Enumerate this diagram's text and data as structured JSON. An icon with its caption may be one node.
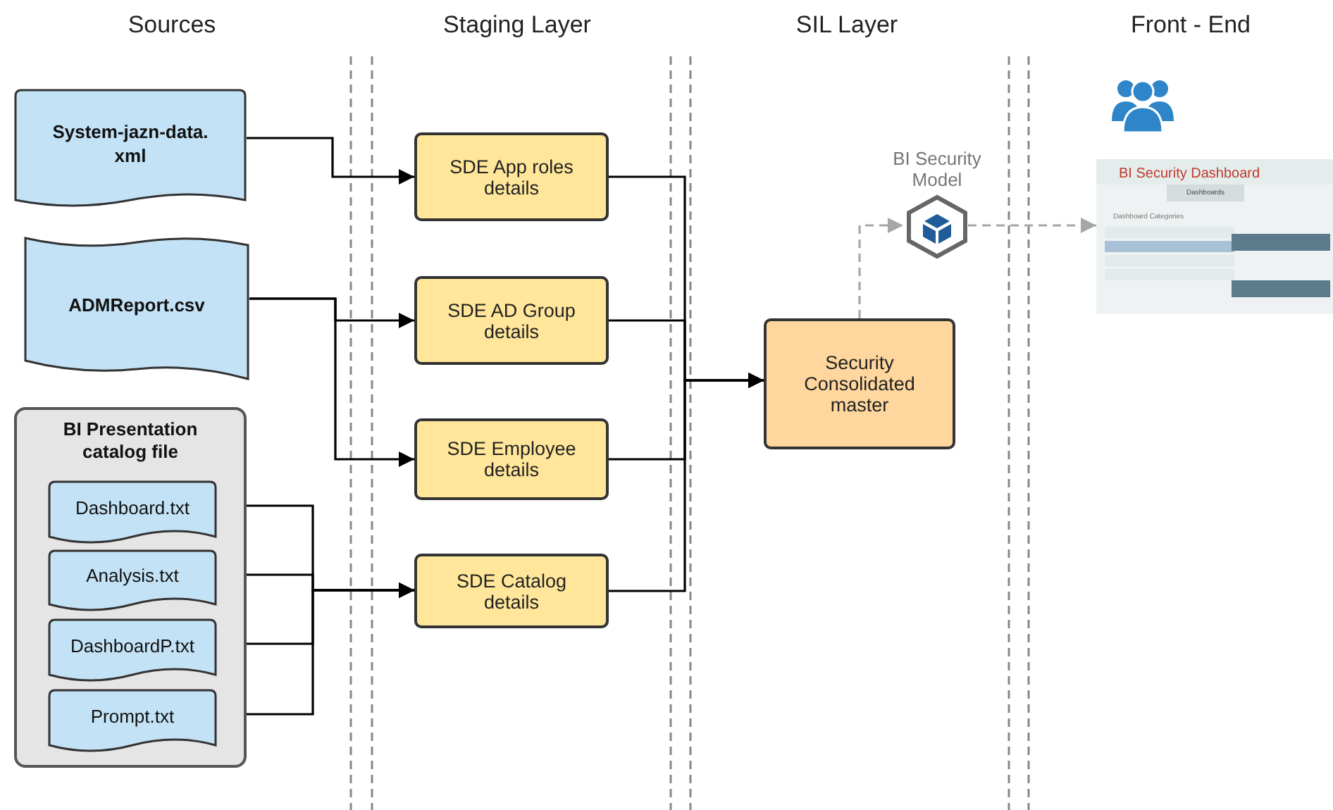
{
  "diagram": {
    "nodes": [
      {
        "text": [
          "System-jazn-data. xml"
        ]
      },
      {
        "text": [
          "ADMReport.csv"
        ]
      },
      {
        "text": [
          "BI Presentation catalog file"
        ]
      },
      {
        "text": [
          "Dashboard.txt"
        ],
        "in": 2
      },
      {
        "text": [
          "Analysis.txt"
        ],
        "in": 2
      },
      {
        "text": [
          "DashboardP.txt"
        ],
        "in": 2
      },
      {
        "text": [
          "Prompt.txt"
        ],
        "in": 2
      },
      {
        "text": [
          "SDE App roles details"
        ]
      },
      {
        "text": [
          "SDE AD Group details"
        ]
      },
      {
        "text": [
          "SDE Employee details"
        ]
      },
      {
        "text": [
          "SDE Catalog details"
        ]
      },
      {
        "text": [
          "Security Consolidated master"
        ]
      },
      {
        "text": [
          "BI Security Model"
        ]
      },
      {
        "text": [
          "BI Security Dashboard",
          "Dashboards",
          "Dashboard Categories"
        ]
      }
    ],
    "edges": [
      {
        "from": 0,
        "to": 7,
        "arrow": "to"
      },
      {
        "from": 1,
        "to": 8,
        "arrow": "to"
      },
      {
        "from": 1,
        "to": 9,
        "arrow": "to"
      },
      {
        "from": 3,
        "to": 10,
        "arrow": "to"
      },
      {
        "from": 4,
        "to": 10,
        "arrow": "to"
      },
      {
        "from": 5,
        "to": 10,
        "arrow": "to"
      },
      {
        "from": 6,
        "to": 10,
        "arrow": "to"
      },
      {
        "from": 7,
        "to": 11,
        "arrow": "to"
      },
      {
        "from": 8,
        "to": 11,
        "arrow": "to"
      },
      {
        "from": 9,
        "to": 11,
        "arrow": "to"
      },
      {
        "from": 10,
        "to": 11,
        "arrow": "to"
      },
      {
        "from": 11,
        "to": 12,
        "arrow": "to",
        "style": "dashed",
        "color": "#a6a6a6"
      },
      {
        "from": 12,
        "to": 13,
        "arrow": "to",
        "style": "dashed",
        "color": "#a6a6a6"
      }
    ],
    "labels": [
      "Sources",
      "Staging Layer",
      "SIL Layer",
      "Front - End"
    ]
  }
}
